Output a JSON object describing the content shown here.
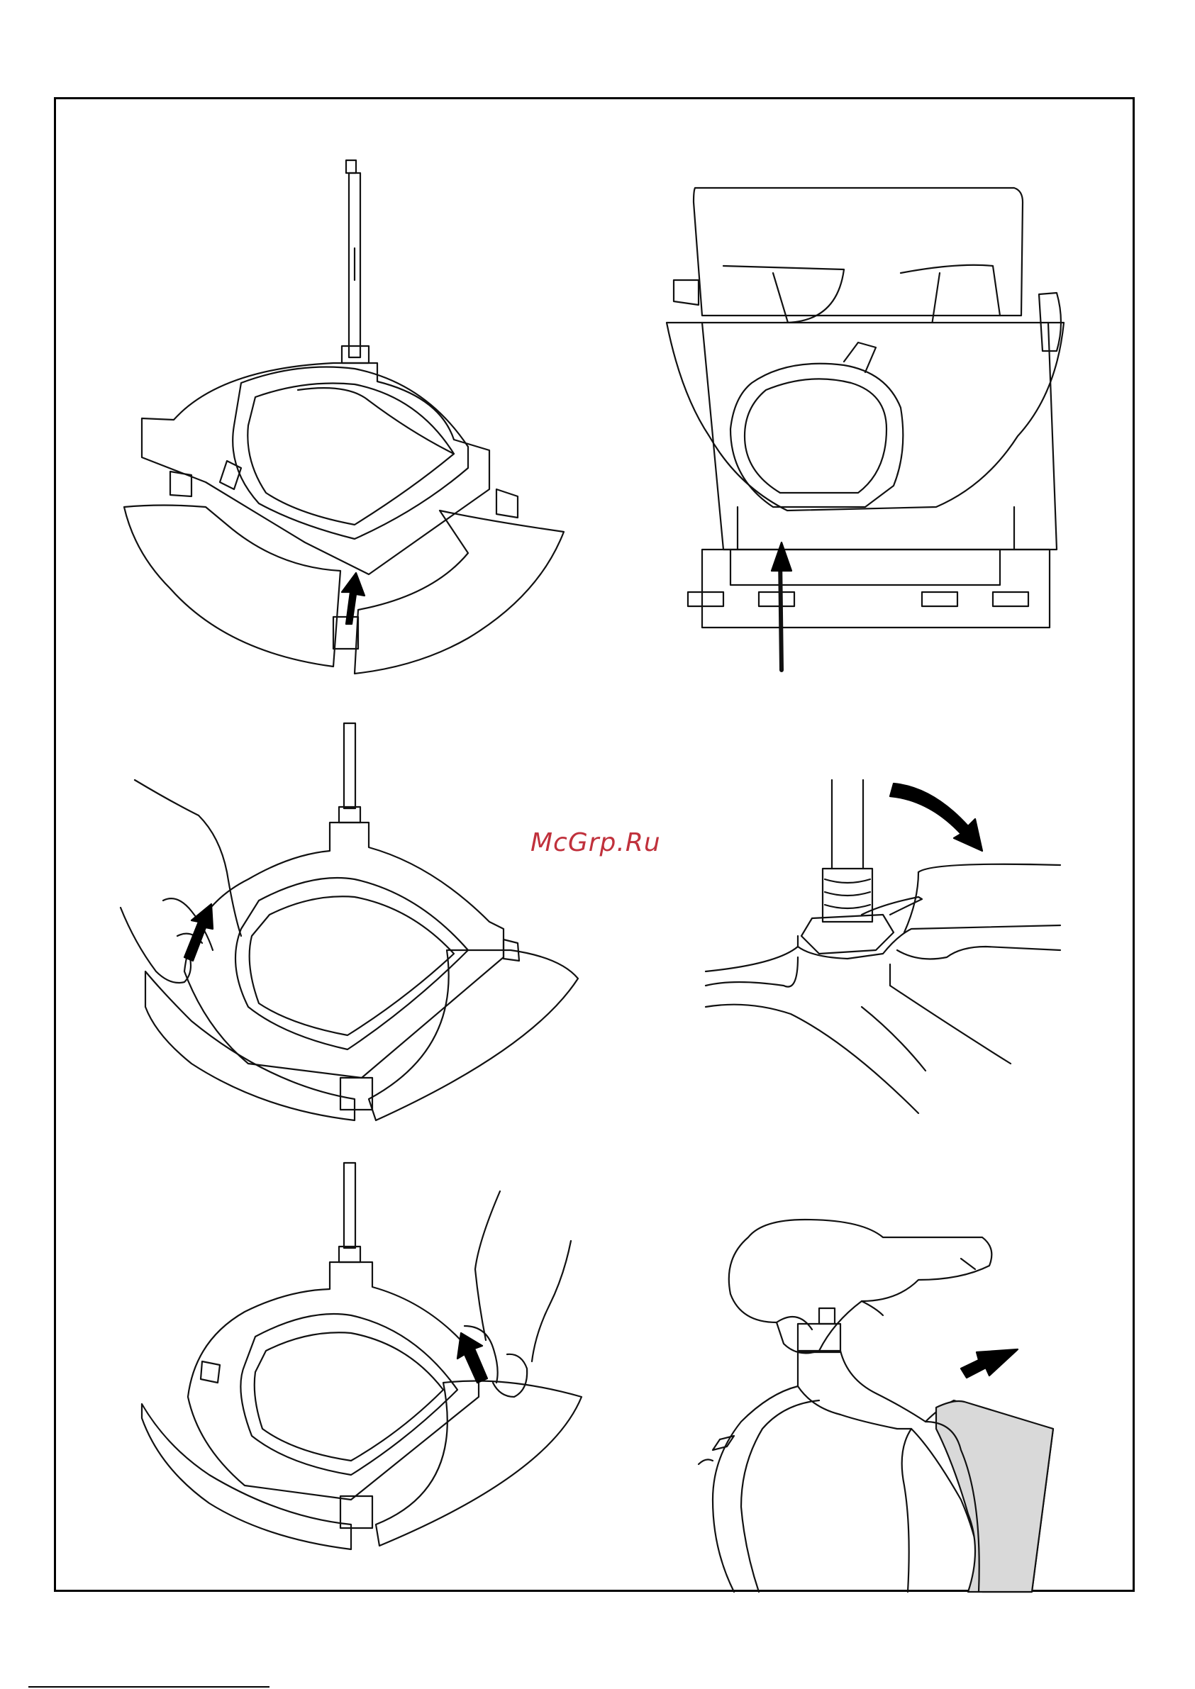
{
  "watermark": {
    "text": "McGrp.Ru",
    "color": "#c0313c"
  },
  "figures": [
    {
      "id": "fig-1",
      "icon": "beater-scraper-fitting-icon"
    },
    {
      "id": "fig-2",
      "icon": "mixer-bowl-clearance-icon"
    },
    {
      "id": "fig-3",
      "icon": "scraper-clip-left-icon"
    },
    {
      "id": "fig-4",
      "icon": "spanner-adjust-nut-icon"
    },
    {
      "id": "fig-5",
      "icon": "scraper-clip-right-icon"
    },
    {
      "id": "fig-6",
      "icon": "scraper-blade-removal-icon"
    }
  ]
}
